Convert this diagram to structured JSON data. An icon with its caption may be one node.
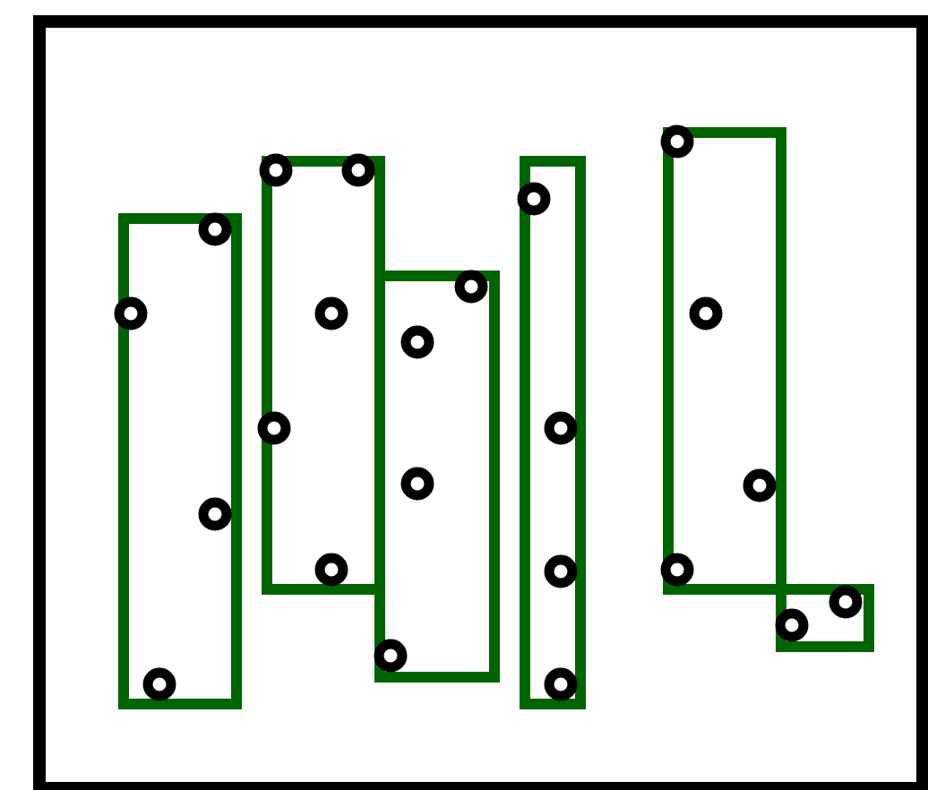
{
  "diagram": {
    "nodes": [
      {
        "text": [],
        "shape": "box"
      },
      {
        "text": [],
        "shape": "box",
        "in": 0
      },
      {
        "text": [],
        "shape": "box",
        "in": 0
      },
      {
        "text": [],
        "shape": "box",
        "in": 0
      },
      {
        "text": [],
        "shape": "box",
        "in": 0
      },
      {
        "text": [],
        "shape": "box",
        "in": 0
      },
      {
        "text": [],
        "shape": "box",
        "in": 0
      },
      {
        "text": [],
        "shape": "circle",
        "in": 1
      },
      {
        "text": [],
        "shape": "circle",
        "in": 0
      },
      {
        "text": [],
        "shape": "circle",
        "in": 1
      },
      {
        "text": [],
        "shape": "circle",
        "in": 1
      },
      {
        "text": [],
        "shape": "circle",
        "in": 0
      },
      {
        "text": [],
        "shape": "circle",
        "in": 2
      },
      {
        "text": [],
        "shape": "circle",
        "in": 2
      },
      {
        "text": [],
        "shape": "circle",
        "in": 0
      },
      {
        "text": [],
        "shape": "circle",
        "in": 2
      },
      {
        "text": [],
        "shape": "circle",
        "in": 3
      },
      {
        "text": [],
        "shape": "circle",
        "in": 3
      },
      {
        "text": [],
        "shape": "circle",
        "in": 3
      },
      {
        "text": [],
        "shape": "circle",
        "in": 3
      },
      {
        "text": [],
        "shape": "circle",
        "in": 4
      },
      {
        "text": [],
        "shape": "circle",
        "in": 4
      },
      {
        "text": [],
        "shape": "circle",
        "in": 4
      },
      {
        "text": [],
        "shape": "circle",
        "in": 4
      },
      {
        "text": [],
        "shape": "circle",
        "in": 0
      },
      {
        "text": [],
        "shape": "circle",
        "in": 5
      },
      {
        "text": [],
        "shape": "circle",
        "in": 5
      },
      {
        "text": [],
        "shape": "circle",
        "in": 5
      },
      {
        "text": [],
        "shape": "circle",
        "in": 6
      },
      {
        "text": [],
        "shape": "circle",
        "in": 6
      }
    ]
  }
}
